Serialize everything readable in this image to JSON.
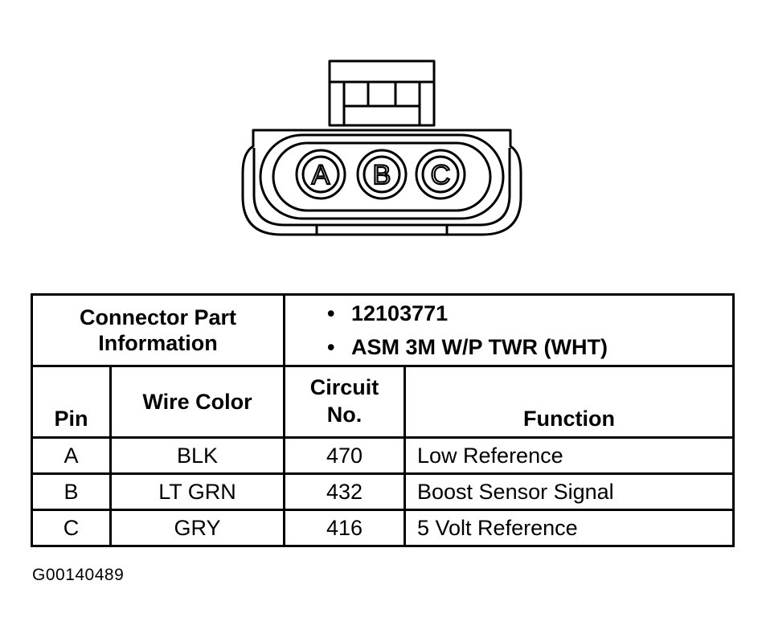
{
  "connector": {
    "pins": [
      "A",
      "B",
      "C"
    ]
  },
  "table": {
    "part_info_label": [
      "Connector Part",
      "Information"
    ],
    "part_info_bullets": [
      "12103771",
      "ASM 3M W/P TWR (WHT)"
    ],
    "bullet_glyph": "•",
    "headers": {
      "pin": "Pin",
      "wire_color": "Wire Color",
      "circuit": [
        "Circuit",
        "No."
      ],
      "function": "Function"
    },
    "rows": [
      {
        "pin": "A",
        "wire_color": "BLK",
        "circuit": "470",
        "function": "Low Reference"
      },
      {
        "pin": "B",
        "wire_color": "LT GRN",
        "circuit": "432",
        "function": "Boost Sensor Signal"
      },
      {
        "pin": "C",
        "wire_color": "GRY",
        "circuit": "416",
        "function": "5 Volt Reference"
      }
    ]
  },
  "figure_id": "G00140489"
}
